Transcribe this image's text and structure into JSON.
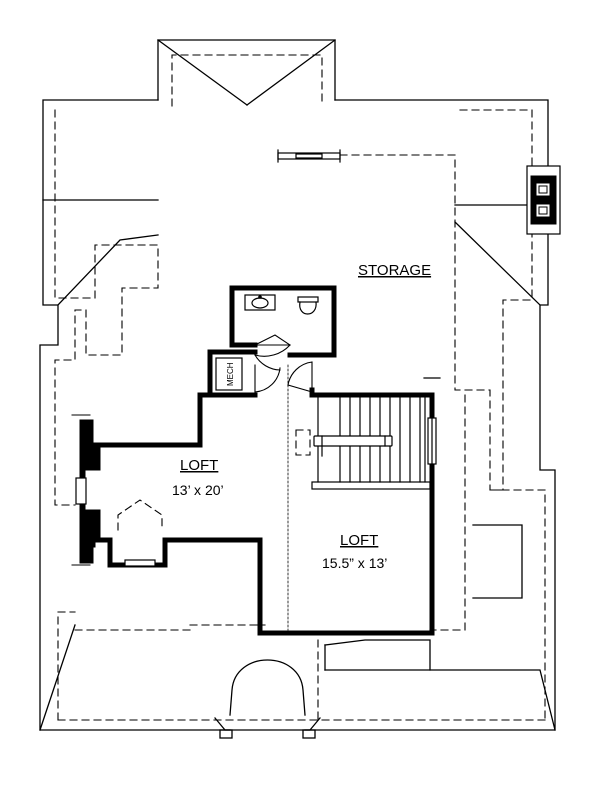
{
  "plan": {
    "storage": {
      "label": "STORAGE"
    },
    "loft_left": {
      "label": "LOFT",
      "dimensions": "13’ x 20’"
    },
    "loft_right": {
      "label": "LOFT",
      "dimensions": "15.5” x 13’"
    },
    "mech": {
      "label": "MECH"
    }
  }
}
